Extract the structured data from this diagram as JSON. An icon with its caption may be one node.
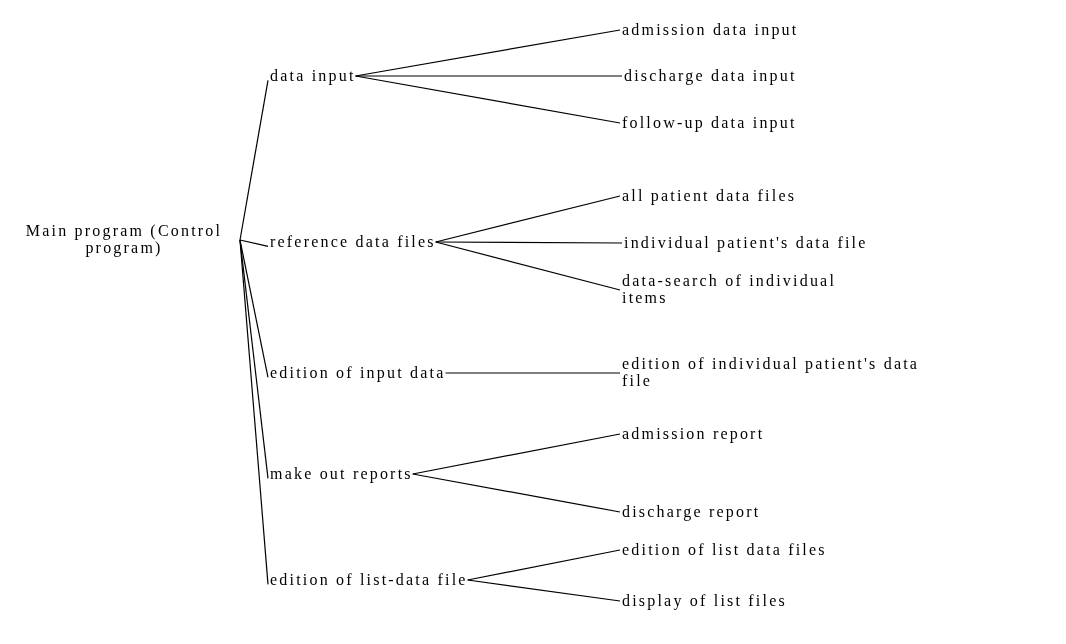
{
  "diagram": {
    "nodes": [
      {
        "text": [
          "Main program (Control program)"
        ]
      },
      {
        "text": [
          "data input"
        ]
      },
      {
        "text": [
          "admission data input"
        ]
      },
      {
        "text": [
          "discharge data input"
        ]
      },
      {
        "text": [
          "follow-up data input"
        ]
      },
      {
        "text": [
          "reference data files"
        ]
      },
      {
        "text": [
          "all patient data files"
        ]
      },
      {
        "text": [
          "individual patient's data file"
        ]
      },
      {
        "text": [
          "data-search of individual items"
        ]
      },
      {
        "text": [
          "edition of input data"
        ]
      },
      {
        "text": [
          "edition of individual patient's data file"
        ]
      },
      {
        "text": [
          "make out reports"
        ]
      },
      {
        "text": [
          "admission report"
        ]
      },
      {
        "text": [
          "discharge report"
        ]
      },
      {
        "text": [
          "edition of list-data file"
        ]
      },
      {
        "text": [
          "edition of list data files"
        ]
      },
      {
        "text": [
          "display of list files"
        ]
      }
    ],
    "edges": [
      {
        "from": 0,
        "to": 1,
        "arrow": "none"
      },
      {
        "from": 0,
        "to": 5,
        "arrow": "none"
      },
      {
        "from": 0,
        "to": 9,
        "arrow": "none"
      },
      {
        "from": 0,
        "to": 11,
        "arrow": "none"
      },
      {
        "from": 0,
        "to": 14,
        "arrow": "none"
      },
      {
        "from": 1,
        "to": 2,
        "arrow": "none"
      },
      {
        "from": 1,
        "to": 3,
        "arrow": "none"
      },
      {
        "from": 1,
        "to": 4,
        "arrow": "none"
      },
      {
        "from": 5,
        "to": 6,
        "arrow": "none"
      },
      {
        "from": 5,
        "to": 7,
        "arrow": "none"
      },
      {
        "from": 5,
        "to": 8,
        "arrow": "none"
      },
      {
        "from": 9,
        "to": 10,
        "arrow": "none"
      },
      {
        "from": 11,
        "to": 12,
        "arrow": "none"
      },
      {
        "from": 11,
        "to": 13,
        "arrow": "none"
      },
      {
        "from": 14,
        "to": 15,
        "arrow": "none"
      },
      {
        "from": 14,
        "to": 16,
        "arrow": "none"
      }
    ]
  }
}
